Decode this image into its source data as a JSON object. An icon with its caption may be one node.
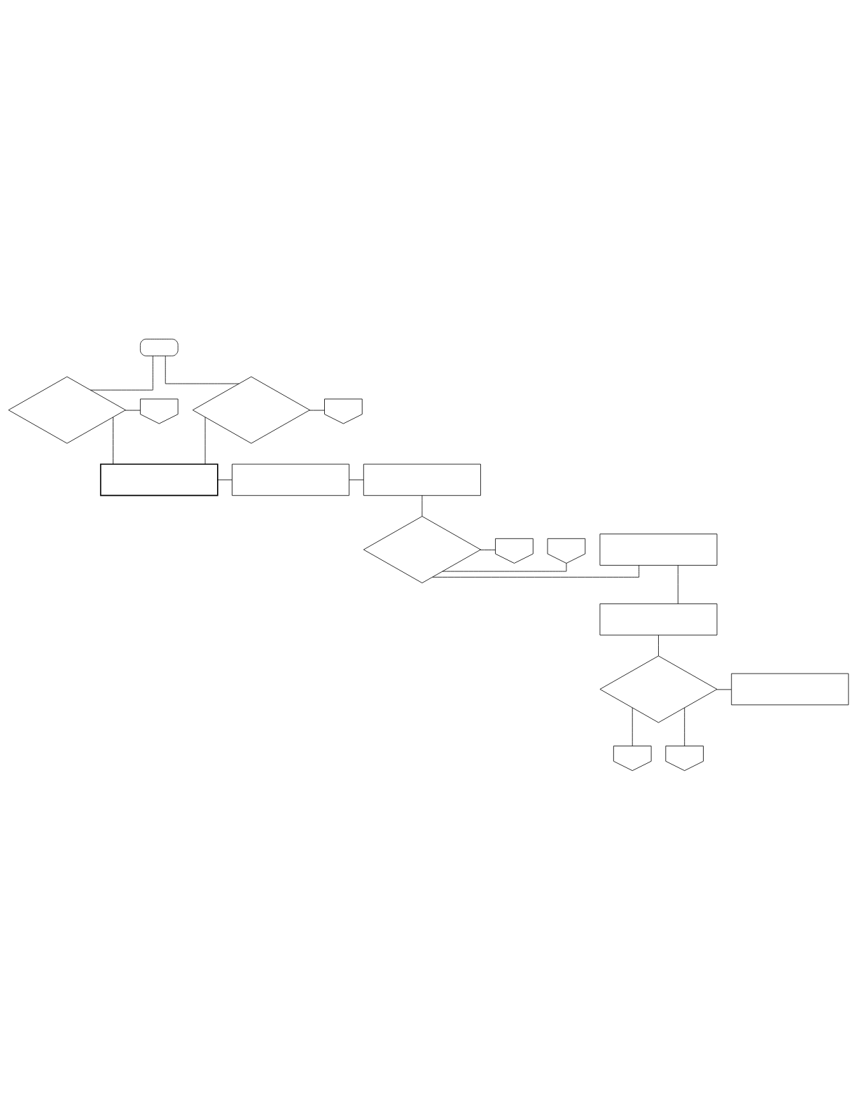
{
  "diagram": {
    "nodes": [
      {
        "text": [],
        "shape": "box"
      },
      {
        "text": [],
        "shape": "diamond"
      },
      {
        "text": [],
        "shape": "diamond"
      },
      {
        "text": [],
        "shape": "pentagon"
      },
      {
        "text": [],
        "shape": "pentagon"
      },
      {
        "text": [],
        "shape": "box"
      },
      {
        "text": [],
        "shape": "box"
      },
      {
        "text": [],
        "shape": "box"
      },
      {
        "text": [],
        "shape": "diamond"
      },
      {
        "text": [],
        "shape": "box"
      },
      {
        "text": [],
        "shape": "pentagon"
      },
      {
        "text": [],
        "shape": "pentagon"
      },
      {
        "text": [],
        "shape": "box"
      },
      {
        "text": [],
        "shape": "diamond"
      },
      {
        "text": [],
        "shape": "box"
      },
      {
        "text": [],
        "shape": "pentagon"
      },
      {
        "text": [],
        "shape": "pentagon"
      }
    ],
    "edges": [
      {
        "from": 0,
        "to": 1,
        "arrow": "none"
      },
      {
        "from": 0,
        "to": 2,
        "arrow": "none"
      },
      {
        "from": 1,
        "to": 3,
        "arrow": "none"
      },
      {
        "from": 2,
        "to": 4,
        "arrow": "none"
      },
      {
        "from": 1,
        "to": 5,
        "arrow": "none"
      },
      {
        "from": 2,
        "to": 5,
        "arrow": "none"
      },
      {
        "from": 5,
        "to": 6,
        "arrow": "none"
      },
      {
        "from": 6,
        "to": 7,
        "arrow": "none"
      },
      {
        "from": 7,
        "to": 8,
        "arrow": "none"
      },
      {
        "from": 8,
        "to": 9,
        "arrow": "none"
      },
      {
        "from": 8,
        "to": 10,
        "arrow": "none"
      },
      {
        "from": 8,
        "to": 11,
        "arrow": "none"
      },
      {
        "from": 9,
        "to": 12,
        "arrow": "none"
      },
      {
        "from": 12,
        "to": 13,
        "arrow": "none"
      },
      {
        "from": 13,
        "to": 14,
        "arrow": "none"
      },
      {
        "from": 13,
        "to": 15,
        "arrow": "none"
      },
      {
        "from": 13,
        "to": 16,
        "arrow": "none"
      }
    ]
  }
}
